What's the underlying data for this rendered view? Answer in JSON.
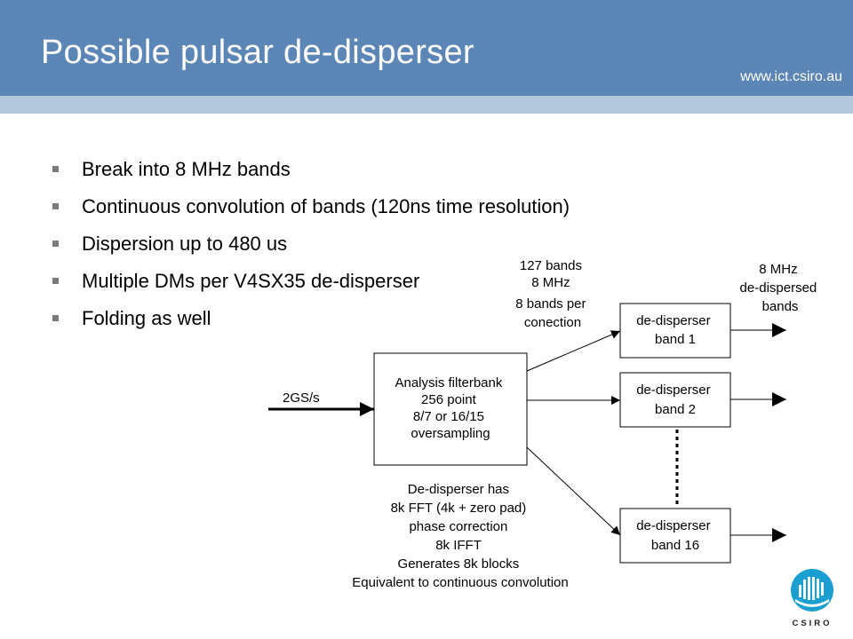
{
  "slide": {
    "title": "Possible pulsar de-disperser",
    "url": "www.ict.csiro.au"
  },
  "bullets": [
    "Break into 8 MHz bands",
    "Continuous convolution of bands (120ns time resolution)",
    "Dispersion up to 480 us",
    "Multiple DMs per V4SX35 de-disperser",
    "Folding as well"
  ],
  "diagram": {
    "input_label": "2GS/s",
    "filterbank_lines": [
      "Analysis filterbank",
      "256 point",
      "8/7 or 16/15",
      "oversampling"
    ],
    "bands_note_lines": [
      "127 bands",
      "8 MHz",
      "8 bands per",
      "conection"
    ],
    "output_note_lines": [
      "8 MHz",
      "de-dispersed",
      "bands"
    ],
    "dedisperser_boxes": [
      {
        "lines": [
          "de-disperser",
          "band 1"
        ]
      },
      {
        "lines": [
          "de-disperser",
          "band 2"
        ]
      },
      {
        "lines": [
          "de-disperser",
          "band 16"
        ]
      }
    ],
    "description_lines": [
      "De-disperser has",
      "8k FFT (4k + zero pad)",
      "phase correction",
      "8k IFFT",
      "Generates 8k blocks",
      "Equivalent to continuous convolution"
    ]
  },
  "logo": {
    "text": "CSIRO",
    "color": "#1a9fd0"
  }
}
